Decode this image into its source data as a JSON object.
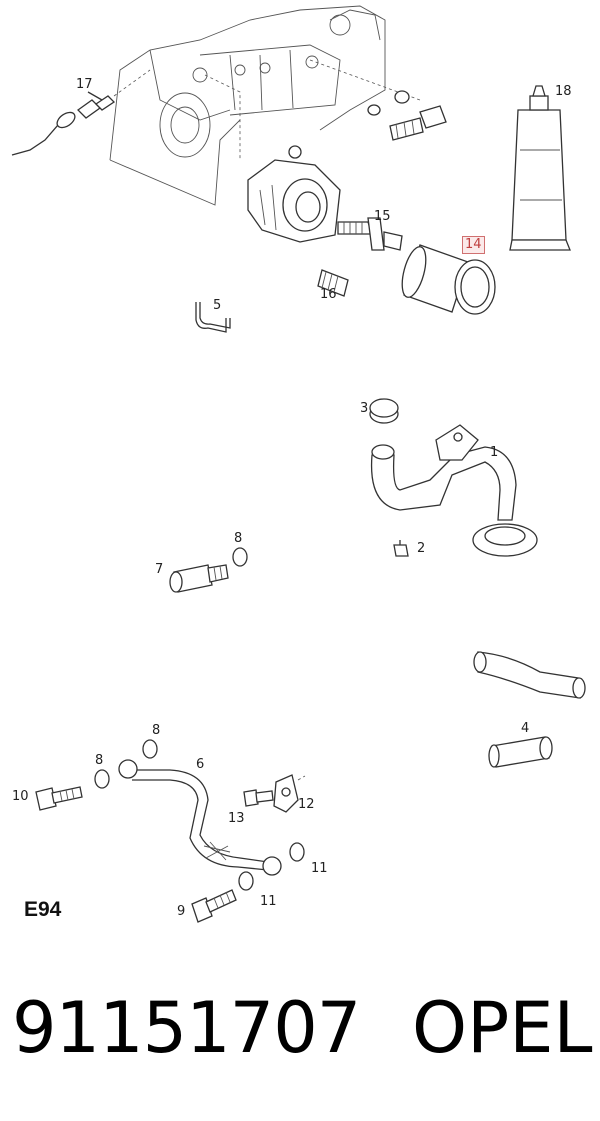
{
  "callouts": {
    "p1": "1",
    "p2": "2",
    "p3": "3",
    "p4": "4",
    "p5": "5",
    "p6": "6",
    "p7": "7",
    "p8a": "8",
    "p8b": "8",
    "p8c": "8",
    "p9": "9",
    "p10": "10",
    "p11a": "11",
    "p11b": "11",
    "p12": "12",
    "p13": "13",
    "p14": "14",
    "p15": "15",
    "p16": "16",
    "p17": "17",
    "p18": "18"
  },
  "diagram_code": "E94",
  "part_number": "91151707",
  "brand": "OPEL",
  "colors": {
    "highlight_border": "#d07070",
    "highlight_fill": "#fbeaea",
    "highlight_text": "#c04040"
  }
}
